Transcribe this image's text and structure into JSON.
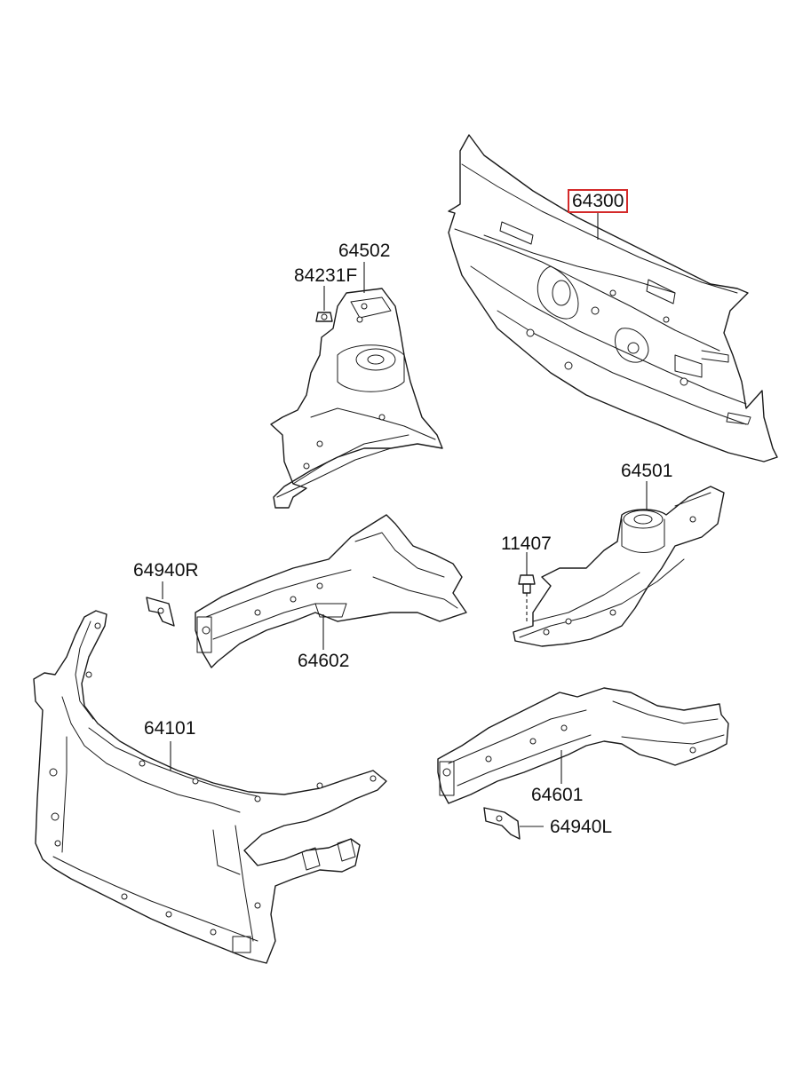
{
  "parts": {
    "p64300": {
      "number": "64300",
      "highlighted": true
    },
    "p64502": {
      "number": "64502"
    },
    "p84231F": {
      "number": "84231F"
    },
    "p64501": {
      "number": "64501"
    },
    "p11407": {
      "number": "11407"
    },
    "p64940R": {
      "number": "64940R"
    },
    "p64602": {
      "number": "64602"
    },
    "p64101": {
      "number": "64101"
    },
    "p64601": {
      "number": "64601"
    },
    "p64940L": {
      "number": "64940L"
    }
  },
  "colors": {
    "highlight": "#d42a2a",
    "line": "#1a1a1a",
    "background": "#ffffff"
  }
}
